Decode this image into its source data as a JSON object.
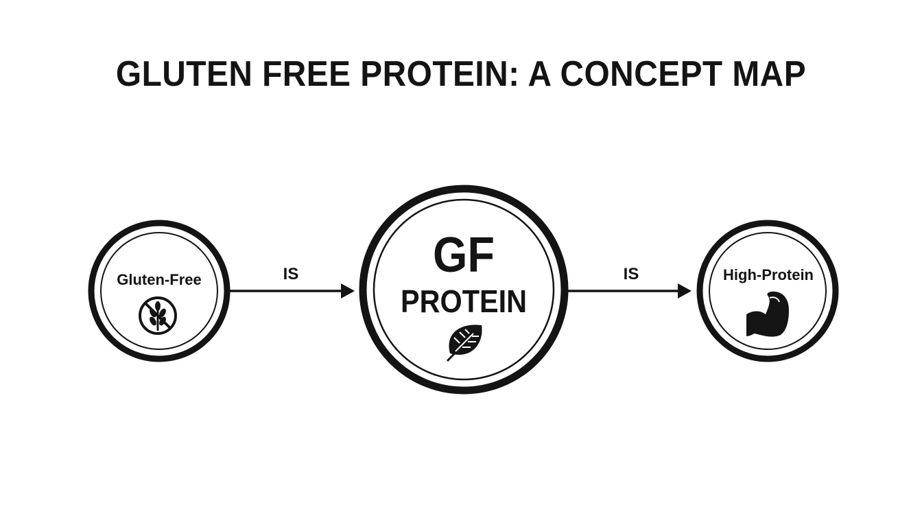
{
  "title": "GLUTEN FREE PROTEIN: A CONCEPT MAP",
  "nodes": {
    "left": {
      "label": "Gluten-Free",
      "icon": "no-wheat-icon"
    },
    "center": {
      "label_top": "GF",
      "label_bottom": "PROTEIN",
      "icon": "leaf-icon"
    },
    "right": {
      "label": "High-Protein",
      "icon": "flexed-bicep-icon"
    }
  },
  "edges": [
    {
      "from": "left",
      "to": "center",
      "label": "IS"
    },
    {
      "from": "center",
      "to": "right",
      "label": "IS"
    }
  ],
  "colors": {
    "stroke": "#141414",
    "background": "#ffffff"
  }
}
